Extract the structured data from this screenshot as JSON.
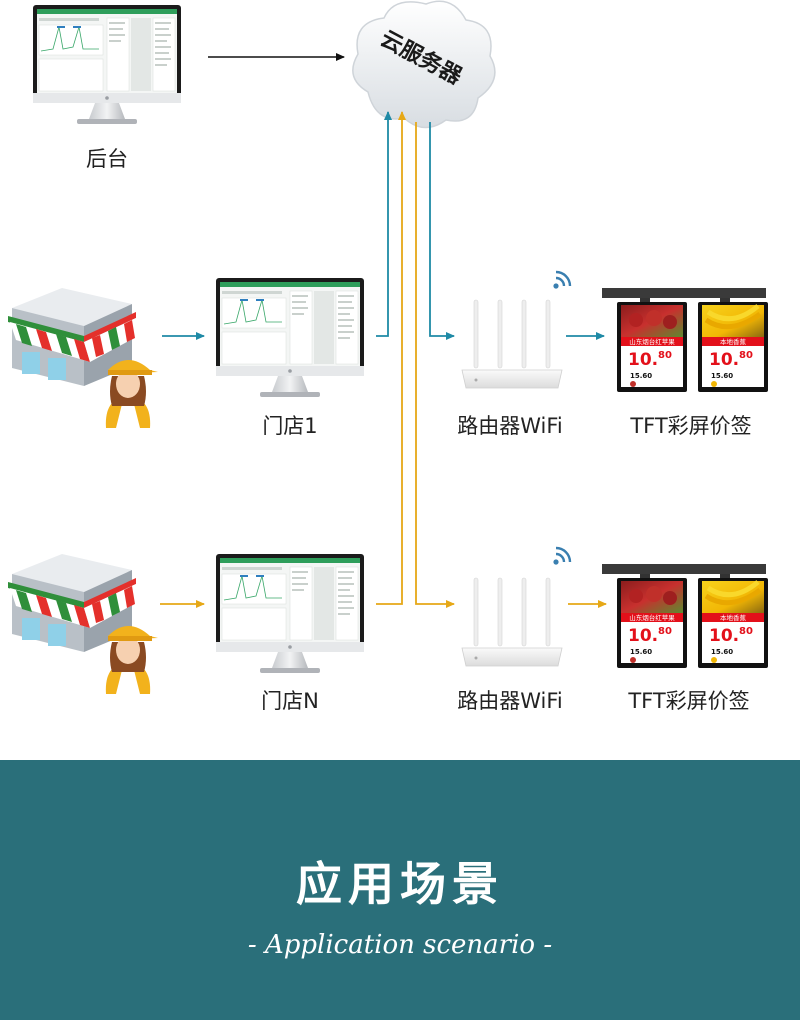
{
  "nodes": {
    "backend": "后台",
    "cloud": "云服务器",
    "store1": "门店1",
    "storeN": "门店N",
    "router": "路由器WiFi",
    "tag": "TFT彩屏价签"
  },
  "price_tags": {
    "apple": {
      "name": "山东烟台红苹果",
      "price_int": "10.",
      "price_dec": "80",
      "price_small": "15.60"
    },
    "banana": {
      "name": "本地香蕉",
      "price_int": "10.",
      "price_dec": "80",
      "price_small": "15.60"
    }
  },
  "footer": {
    "title": "应用场景",
    "subtitle": "- Application scenario -"
  },
  "colors": {
    "teal_arrow": "#1f8aa6",
    "orange_arrow": "#e6a817",
    "footer_bg": "#2a6f7a",
    "tag_red": "#e3101a",
    "tag_yellow": "#ffe400"
  }
}
